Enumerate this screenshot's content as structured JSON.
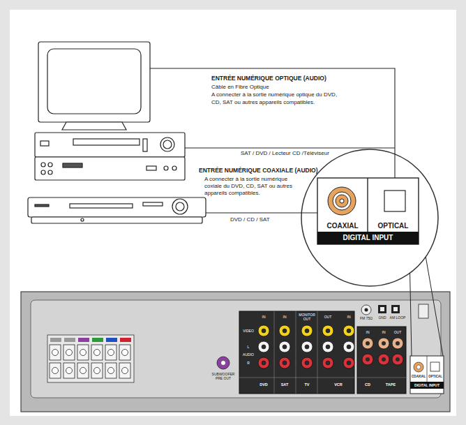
{
  "diagram": {
    "nodes": [
      {
        "text": [
          "COAXIAL",
          "OPTICAL",
          "DIGITAL INPUT"
        ]
      },
      {
        "text": [
          "VIDEO",
          "L",
          "AUDIO",
          "R",
          "IN",
          "IN",
          "MONITOR OUT",
          "OUT",
          "IN",
          "DVD",
          "SAT",
          "TV",
          "VCR",
          "SUBWOOFER PRE OUT",
          "FM 75Ω",
          "GND",
          "AM LOOP",
          "IN",
          "IN",
          "OUT",
          "CD",
          "TAPE"
        ]
      },
      {
        "text": [
          "COAXIAL",
          "OPTICAL",
          "DIGITAL INPUT"
        ],
        "in": 1
      }
    ],
    "edges": [
      {
        "from": 2,
        "to": 0,
        "arrow": "none"
      }
    ],
    "labels": [
      "ENTRÉE NUMÉRIQUE OPTIQUE (AUDIO)",
      "Câble en Fibre Optique",
      "A connecter à la sortie numérique optique du DVD, CD, SAT ou autres appareils compatibles.",
      "SAT / DVD / Lecteur CD /Téléviseur",
      "ENTRÉE NUMÉRIQUE COAXIALE (AUDIO)",
      "A connecter à la sortie numérique coxiale du DVD, CD, SAT ou autres appareils compatibles.",
      "DVD / CD / SAT"
    ]
  }
}
